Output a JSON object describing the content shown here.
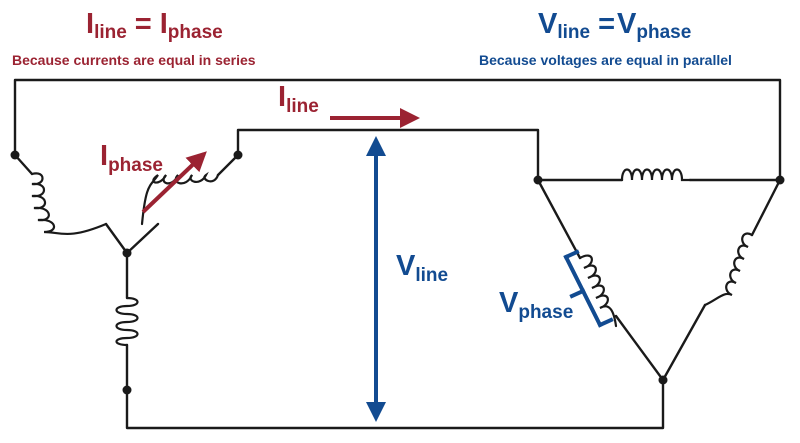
{
  "colors": {
    "red": "#9b2332",
    "blue": "#124b91",
    "wire": "#1a1a1a"
  },
  "left_equation": {
    "lhs_main": "I",
    "lhs_sub": "line",
    "op": "=",
    "rhs_main": "I",
    "rhs_sub": "phase"
  },
  "left_note": "Because currents are equal in series",
  "right_equation": {
    "lhs_main": "V",
    "lhs_sub": "line",
    "op": "=",
    "rhs_main": "V",
    "rhs_sub": "phase"
  },
  "right_note": "Because voltages are equal in parallel",
  "labels": {
    "i_line": {
      "main": "I",
      "sub": "line"
    },
    "i_phase": {
      "main": "I",
      "sub": "phase"
    },
    "v_line": {
      "main": "V",
      "sub": "line"
    },
    "v_phase": {
      "main": "V",
      "sub": "phase"
    }
  }
}
